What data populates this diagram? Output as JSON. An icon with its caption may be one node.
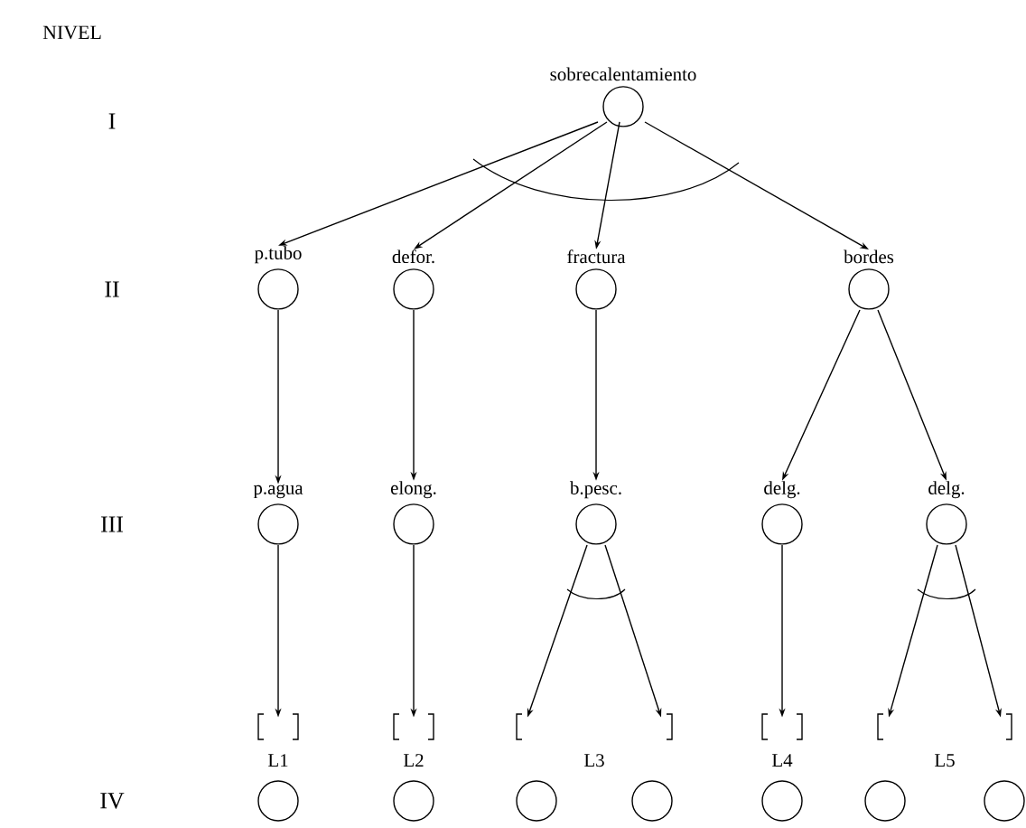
{
  "diagram": {
    "nodes": [
      {
        "text": [
          "sobrecalentamiento"
        ]
      },
      {
        "text": [
          "p.tubo"
        ]
      },
      {
        "text": [
          "defor."
        ]
      },
      {
        "text": [
          "fractura"
        ]
      },
      {
        "text": [
          "bordes"
        ]
      },
      {
        "text": [
          "p.agua"
        ]
      },
      {
        "text": [
          "elong."
        ]
      },
      {
        "text": [
          "b.pesc."
        ]
      },
      {
        "text": [
          "delg."
        ]
      },
      {
        "text": [
          "delg."
        ]
      },
      {
        "text": [
          "L1"
        ]
      },
      {
        "text": [
          "L2"
        ]
      },
      {
        "text": [
          "L3"
        ]
      },
      {
        "text": [
          "L4"
        ]
      },
      {
        "text": [
          "L5"
        ]
      },
      {
        "text": [],
        "shape": "circle"
      },
      {
        "text": [],
        "shape": "circle"
      },
      {
        "text": [],
        "shape": "circle"
      },
      {
        "text": [],
        "shape": "circle"
      },
      {
        "text": [],
        "shape": "circle"
      },
      {
        "text": [],
        "shape": "circle"
      },
      {
        "text": [],
        "shape": "circle"
      }
    ],
    "edges": [
      {
        "from": 0,
        "to": 1,
        "arrow": "to"
      },
      {
        "from": 0,
        "to": 2,
        "arrow": "to"
      },
      {
        "from": 0,
        "to": 3,
        "arrow": "to"
      },
      {
        "from": 0,
        "to": 4,
        "arrow": "to"
      },
      {
        "from": 1,
        "to": 5,
        "arrow": "to"
      },
      {
        "from": 2,
        "to": 6,
        "arrow": "to"
      },
      {
        "from": 3,
        "to": 7,
        "arrow": "to"
      },
      {
        "from": 4,
        "to": 8,
        "arrow": "to"
      },
      {
        "from": 4,
        "to": 9,
        "arrow": "to"
      },
      {
        "from": 5,
        "to": 10,
        "arrow": "to"
      },
      {
        "from": 6,
        "to": 11,
        "arrow": "to"
      },
      {
        "from": 7,
        "to": 12,
        "arrow": "to"
      },
      {
        "from": 7,
        "to": 12,
        "arrow": "to"
      },
      {
        "from": 8,
        "to": 13,
        "arrow": "to"
      },
      {
        "from": 9,
        "to": 14,
        "arrow": "to"
      },
      {
        "from": 9,
        "to": 14,
        "arrow": "to"
      }
    ],
    "labels": [
      "NIVEL",
      "I",
      "II",
      "III",
      "IV"
    ]
  }
}
